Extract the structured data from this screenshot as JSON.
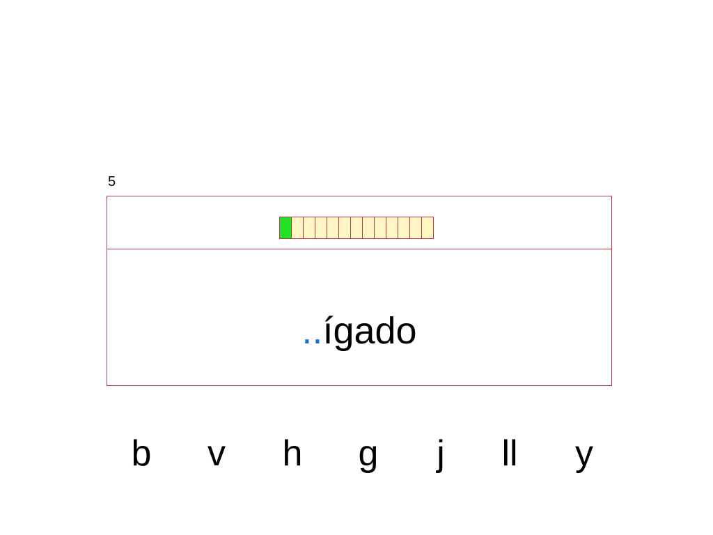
{
  "question": {
    "number": "5"
  },
  "progress": {
    "total": 13,
    "completed": 1,
    "done_color": "#22e022",
    "pending_color": "#fff6c2",
    "border_color": "#b83a4b"
  },
  "word": {
    "blank": "..",
    "rest": "ígado",
    "blank_color": "#1f6fd6"
  },
  "options": [
    "b",
    "v",
    "h",
    "g",
    "j",
    "ll",
    "y"
  ]
}
